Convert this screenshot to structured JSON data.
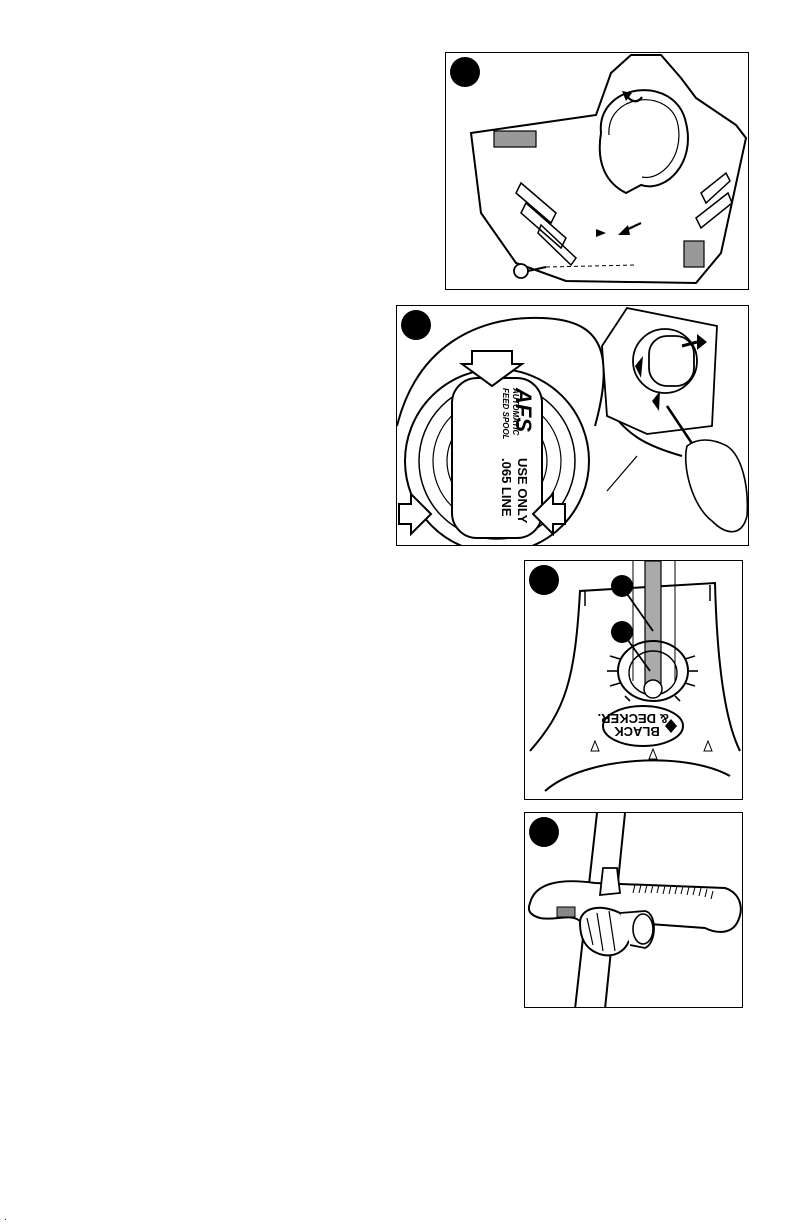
{
  "figures": [
    {
      "id": "A",
      "badge": ""
    },
    {
      "id": "B",
      "badge": ""
    },
    {
      "id": "C",
      "badge": "",
      "markers": [
        "",
        ""
      ]
    },
    {
      "id": "D",
      "badge": ""
    }
  ],
  "spool_label": {
    "brand": "AFS",
    "line1": "AUTOMATIC",
    "line2": "FEED SPOOL",
    "use_only": "USE ONLY",
    "line_size": ".065 LINE"
  },
  "logo": {
    "line1": "BLACK",
    "line2": "& DECKER."
  },
  "corner_mark": "."
}
